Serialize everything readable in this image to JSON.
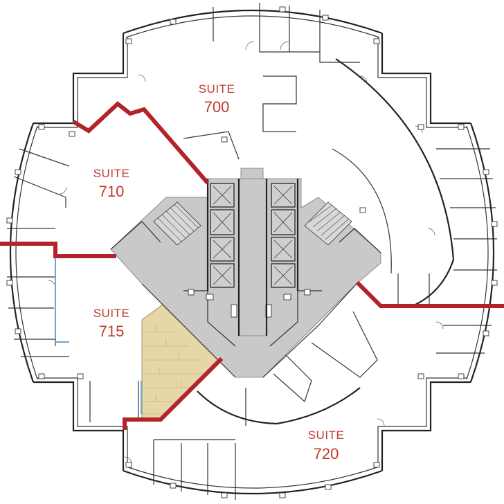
{
  "suites": [
    {
      "id": "700",
      "word": "SUITE",
      "number": "700"
    },
    {
      "id": "710",
      "word": "SUITE",
      "number": "710"
    },
    {
      "id": "715",
      "word": "SUITE",
      "number": "715"
    },
    {
      "id": "720",
      "word": "SUITE",
      "number": "720"
    }
  ],
  "colors": {
    "suite_boundary": "#b3242a",
    "label_text": "#c0392b",
    "core_fill": "#c9c9c9",
    "wood_floor": "#e6d6a8",
    "glass_partition": "#6aa6d6",
    "walls": "#222222"
  },
  "icons": [
    "elevator-icon",
    "stair-icon",
    "restroom-fixture-icon",
    "column-icon",
    "door-swing-icon"
  ]
}
